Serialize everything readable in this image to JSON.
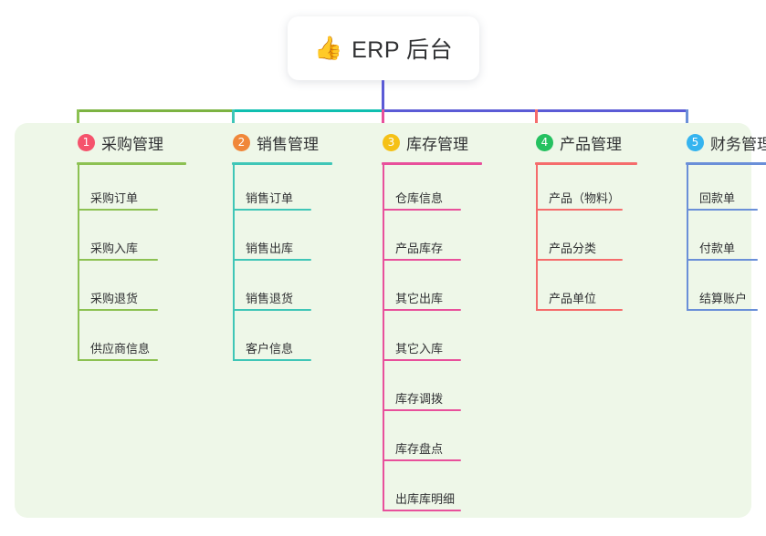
{
  "root": {
    "icon": "thumbs-up-icon",
    "emoji": "👍",
    "title": "ERP 后台"
  },
  "theme": {
    "page_bg": "#ffffff",
    "panel_bg": "#eef7e8",
    "text": "#303133",
    "root_connector": "#5b5bd6",
    "bus_green": "#7cb342",
    "bus_teal": "#0fbfb0",
    "bus_purple": "#5b5bd6"
  },
  "columns": [
    {
      "number": "1",
      "title": "采购管理",
      "badge_color": "#f5536c",
      "line_color": "#8cc152",
      "items": [
        "采购订单",
        "采购入库",
        "采购退货",
        "供应商信息"
      ]
    },
    {
      "number": "2",
      "title": "销售管理",
      "badge_color": "#f0873a",
      "line_color": "#3fc6b7",
      "items": [
        "销售订单",
        "销售出库",
        "销售退货",
        "客户信息"
      ]
    },
    {
      "number": "3",
      "title": "库存管理",
      "badge_color": "#f5c116",
      "line_color": "#e8509b",
      "items": [
        "仓库信息",
        "产品库存",
        "其它出库",
        "其它入库",
        "库存调拨",
        "库存盘点",
        "出库库明细"
      ]
    },
    {
      "number": "4",
      "title": "产品管理",
      "badge_color": "#25c160",
      "line_color": "#f56c6c",
      "items": [
        "产品（物料）",
        "产品分类",
        "产品单位"
      ]
    },
    {
      "number": "5",
      "title": "财务管理",
      "badge_color": "#35b4ef",
      "line_color": "#6a8fd8",
      "items": [
        "回款单",
        "付款单",
        "结算账户"
      ]
    }
  ]
}
